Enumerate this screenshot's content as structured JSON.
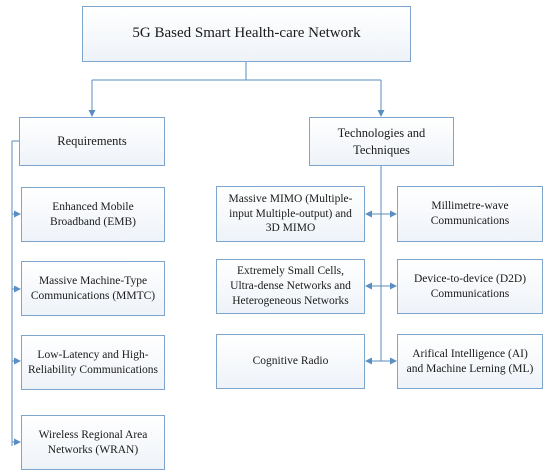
{
  "title": "5G Based Smart Health-care Network",
  "requirements": {
    "label": "Requirements",
    "items": [
      "Enhanced Mobile Broadband (EMB)",
      "Massive Machine-Type Communications (MMTC)",
      "Low-Latency and High-Reliability Communications",
      "Wireless Regional Area Networks (WRAN)"
    ]
  },
  "technologies": {
    "label": "Technologies and Techniques",
    "left_items": [
      "Massive MIMO (Multiple-input Multiple-output) and 3D MIMO",
      "Extremely Small Cells, Ultra-dense Networks and Heterogeneous Networks",
      "Cognitive Radio"
    ],
    "right_items": [
      "Millimetre-wave Communications",
      "Device-to-device (D2D) Communications",
      "Arifical Intelligence (AI) and Machine Lerning (ML)"
    ]
  },
  "colors": {
    "border": "#7ea6cc",
    "line": "#5b8ec0"
  }
}
